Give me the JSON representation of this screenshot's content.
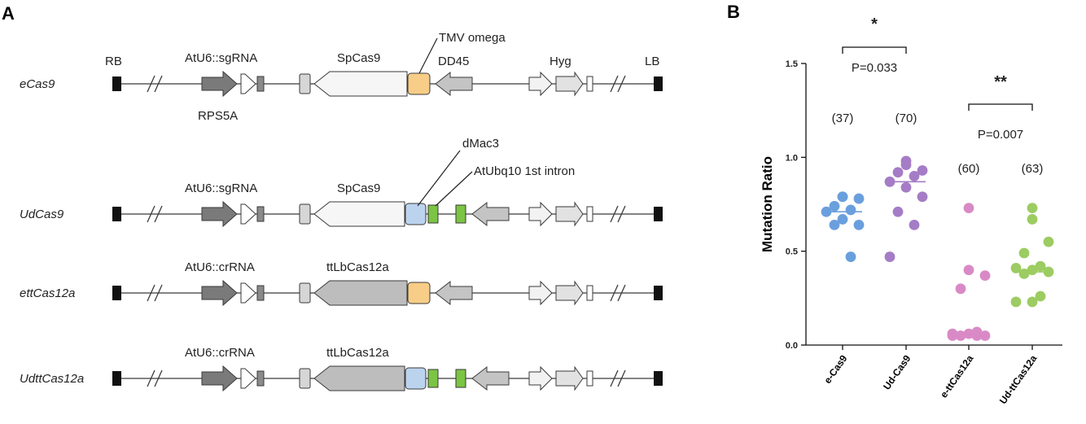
{
  "panels": {
    "a": "A",
    "b": "B"
  },
  "constructs": [
    {
      "name": "eCas9",
      "promoter": "AtU6::sgRNA",
      "cas": "SpCas9",
      "uscore": false,
      "casdark": false
    },
    {
      "name": "UdCas9",
      "promoter": "AtU6::sgRNA",
      "cas": "SpCas9",
      "uscore": true,
      "casdark": false
    },
    {
      "name": "ettCas12a",
      "promoter": "AtU6::crRNA",
      "cas": "ttLbCas12a",
      "uscore": false,
      "casdark": true
    },
    {
      "name": "UdttCas12a",
      "promoter": "AtU6::crRNA",
      "cas": "ttLbCas12a",
      "uscore": true,
      "casdark": true
    }
  ],
  "annotations": {
    "rb": "RB",
    "lb": "LB",
    "tmv": "TMV omega",
    "dd45": "DD45",
    "hyg": "Hyg",
    "rps5a": "RPS5A",
    "dmac3": "dMac3",
    "intron": "AtUbq10 1st intron"
  },
  "colors": {
    "tmv": "#f7cd87",
    "dmac3": "#bcd3ee",
    "intron": "#7cc443",
    "eCas9": "#6a9fdd",
    "UdCas9": "#a57cc6",
    "ettCas12a": "#d98ac6",
    "UdttCas12a": "#9ccc62"
  },
  "chart_data": {
    "type": "scatter",
    "ylabel": "Mutation Ratio",
    "ylim": [
      0,
      1.5
    ],
    "yticks": [
      "0.0",
      "0.5",
      "1.0",
      "1.5"
    ],
    "categories": [
      "e-Cas9",
      "Ud-Cas9",
      "e-ttCas12a",
      "Ud-ttCas12a"
    ],
    "counts": [
      "(37)",
      "(70)",
      "(60)",
      "(63)"
    ],
    "medians": [
      0.71,
      0.87,
      0.05,
      0.39
    ],
    "series": [
      {
        "values": [
          0.79,
          0.79,
          0.78,
          0.74,
          0.72,
          0.71,
          0.67,
          0.64,
          0.64,
          0.47
        ]
      },
      {
        "values": [
          0.98,
          0.96,
          0.93,
          0.92,
          0.9,
          0.87,
          0.84,
          0.79,
          0.71,
          0.64,
          0.47
        ]
      },
      {
        "values": [
          0.73,
          0.4,
          0.37,
          0.3,
          0.07,
          0.06,
          0.06,
          0.05,
          0.05,
          0.05,
          0.05
        ]
      },
      {
        "values": [
          0.73,
          0.67,
          0.55,
          0.49,
          0.42,
          0.41,
          0.4,
          0.39,
          0.38,
          0.26,
          0.23,
          0.23
        ]
      }
    ],
    "comparisons": [
      {
        "stars": "*",
        "p": "P=0.033"
      },
      {
        "stars": "**",
        "p": "P=0.007"
      }
    ]
  }
}
